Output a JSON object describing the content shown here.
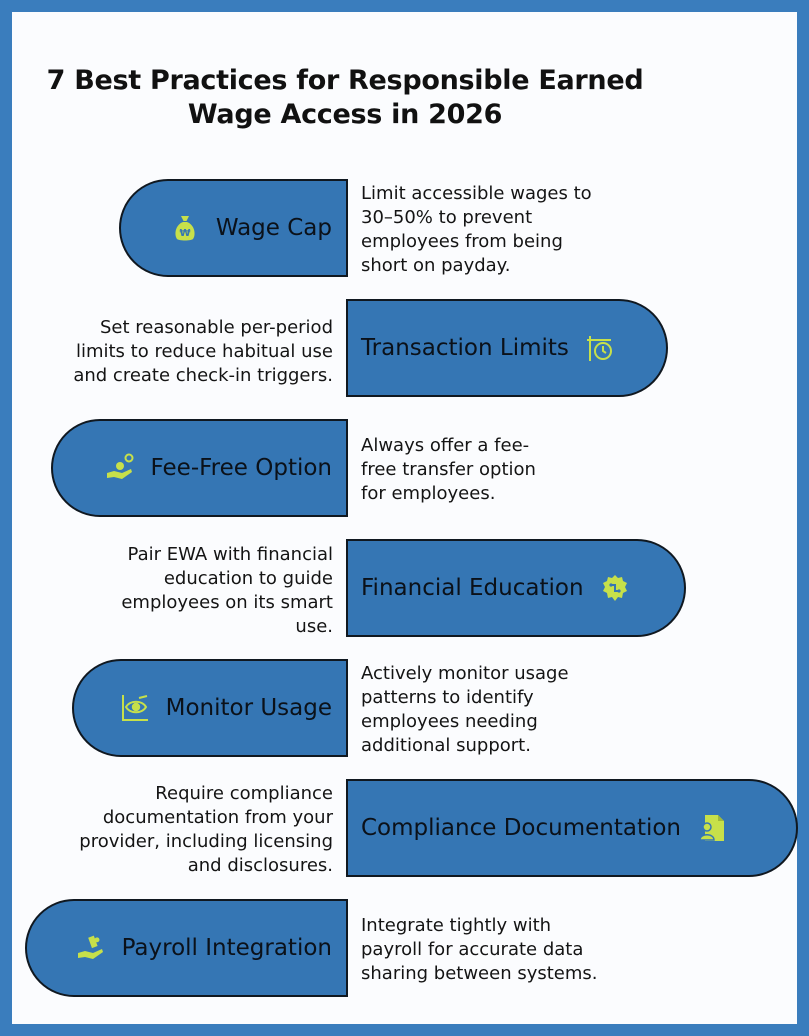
{
  "title": {
    "line1": "7 Best Practices for Responsible Earned",
    "line2": "Wage Access in 2026"
  },
  "colors": {
    "border": "#3a7dbd",
    "pill": "#3576b4",
    "icon_accent": "#c7e04a",
    "text": "#141414"
  },
  "items": [
    {
      "label": "Wage Cap",
      "icon": "money-bag-won-icon",
      "desc": [
        "Limit accessible wages to",
        "30–50% to prevent",
        "employees from being",
        "short on payday."
      ]
    },
    {
      "label": "Transaction Limits",
      "icon": "signpost-clock-icon",
      "desc": [
        "Set reasonable per-period",
        "limits to reduce habitual use",
        "and create check-in triggers."
      ]
    },
    {
      "label": "Fee-Free Option",
      "icon": "hand-coins-icon",
      "desc": [
        "Always offer a fee-",
        "free transfer option",
        "for employees."
      ]
    },
    {
      "label": "Financial Education",
      "icon": "brain-gear-icon",
      "desc": [
        "Pair EWA with financial",
        "education to guide",
        "employees on its smart",
        "use."
      ]
    },
    {
      "label": "Monitor Usage",
      "icon": "eye-chart-icon",
      "desc": [
        "Actively monitor usage",
        "patterns to identify",
        "employees needing",
        "additional support."
      ]
    },
    {
      "label": "Compliance Documentation",
      "icon": "document-user-icon",
      "desc": [
        "Require compliance",
        "documentation from your",
        "provider, including licensing",
        "and disclosures."
      ]
    },
    {
      "label": "Payroll Integration",
      "icon": "hand-puzzle-icon",
      "desc": [
        "Integrate tightly with",
        "payroll for accurate data",
        "sharing between systems."
      ]
    }
  ]
}
